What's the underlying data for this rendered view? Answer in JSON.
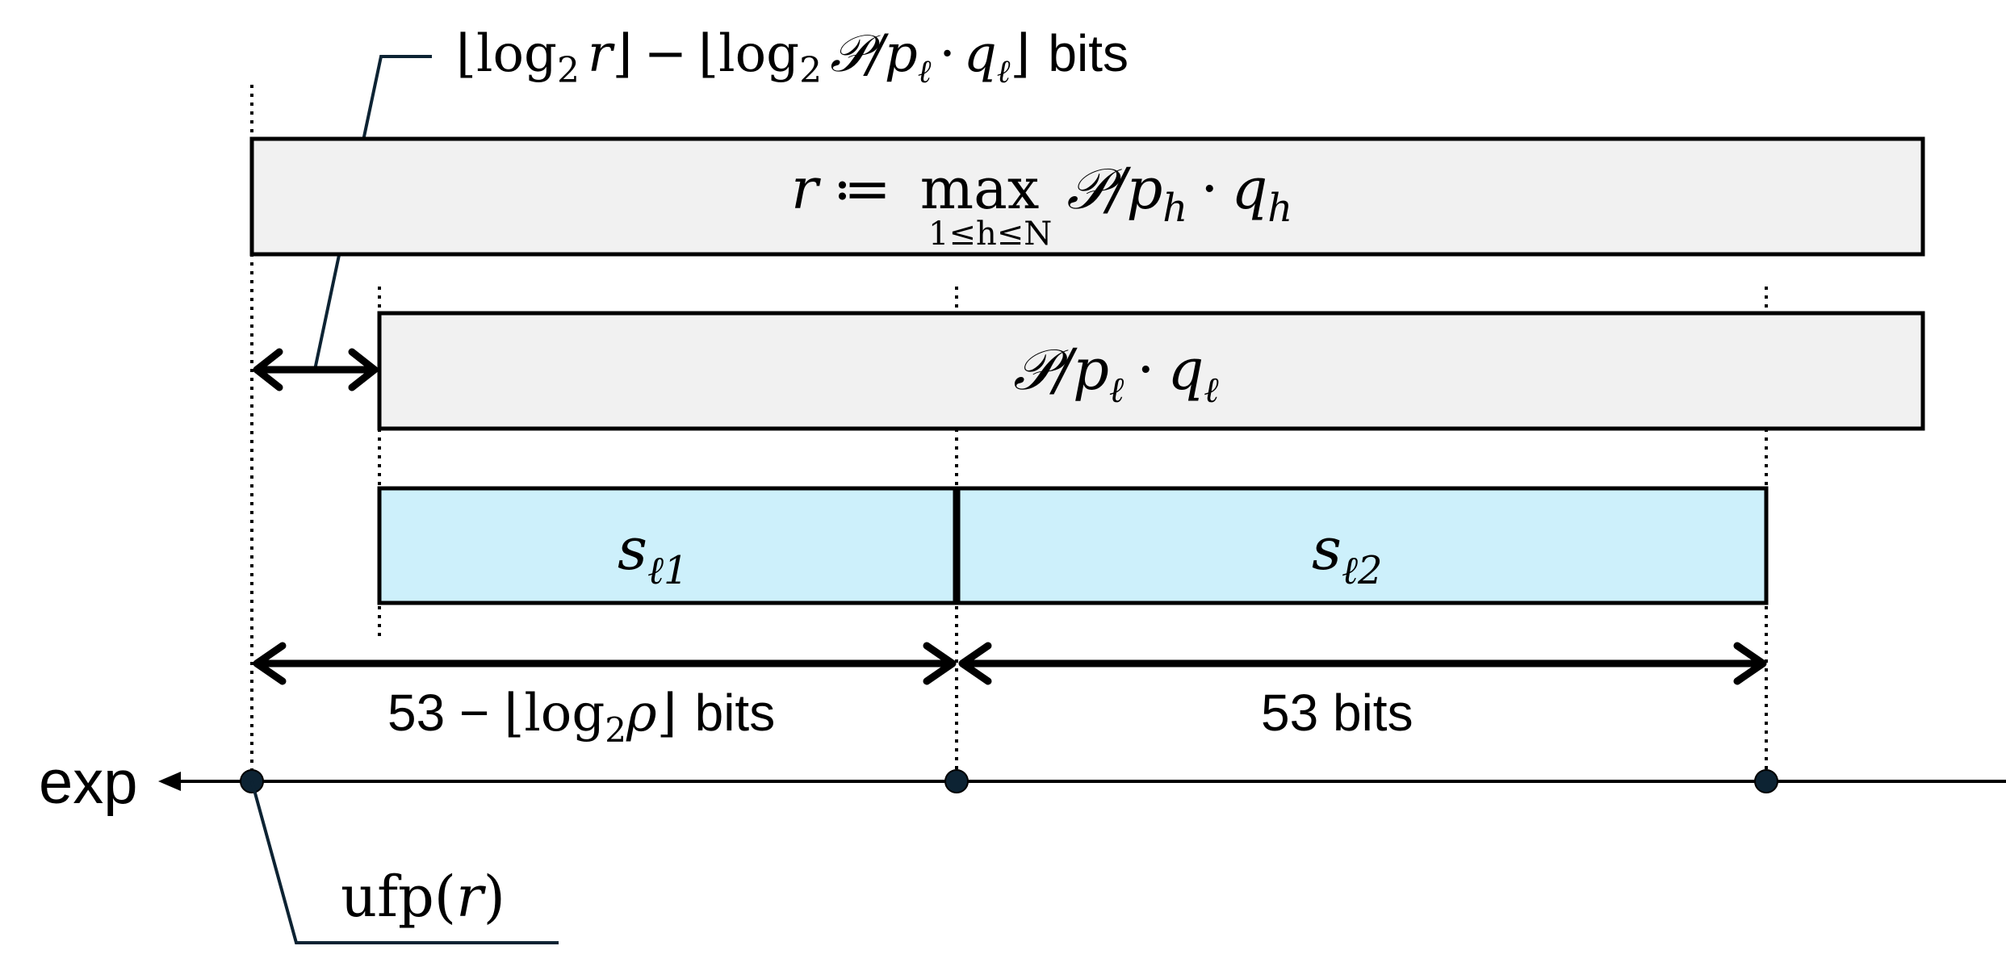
{
  "top_label": {
    "floor_open": "⌊",
    "log2": "log",
    "sub2": "2",
    "r": "r",
    "floor_close": "⌋",
    "minus": "−",
    "P": "𝒫",
    "slash_p": "/p",
    "ell": "ℓ",
    "dot_q": "·",
    "q": "q",
    "bits": "bits"
  },
  "box_r": {
    "lhs": "r",
    "assign": "≔",
    "max": "max",
    "max_range": "1≤h≤N",
    "P": "𝒫",
    "slash_p": "/p",
    "h": "h",
    "dot": "·",
    "q": "q"
  },
  "box_pq": {
    "P": "𝒫",
    "slash_p": "/p",
    "ell": "ℓ",
    "dot": "·",
    "q": "q"
  },
  "box_s1": {
    "s": "s",
    "sub": "ℓ1"
  },
  "box_s2": {
    "s": "s",
    "sub": "ℓ2"
  },
  "left_span": {
    "prefix": "53 −",
    "floor_open": "⌊",
    "log": "log",
    "sub2": "2",
    "rho": "ρ",
    "floor_close": "⌋",
    "bits": "bits"
  },
  "right_span": {
    "text": "53 bits"
  },
  "axis": {
    "label": "exp"
  },
  "ufp_label": {
    "fn": "ufp(",
    "arg": "r",
    "close": ")"
  }
}
